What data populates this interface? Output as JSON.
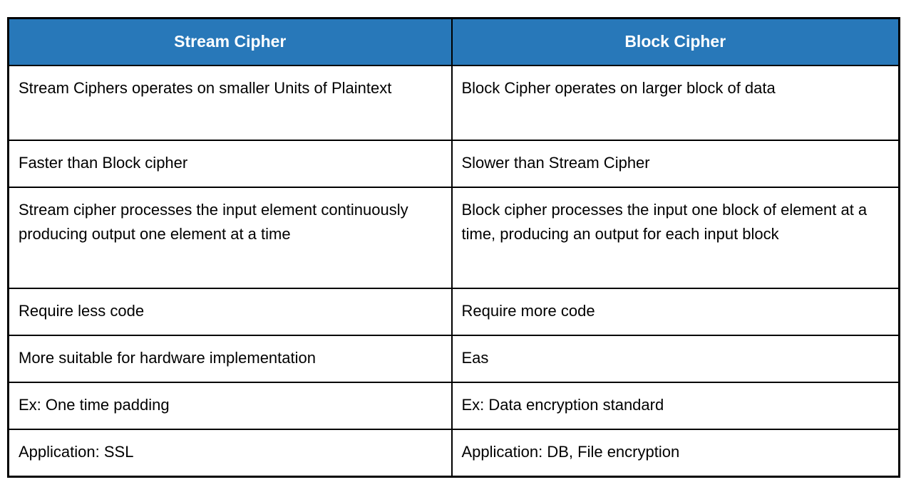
{
  "table": {
    "title": "Stream Cipher vs Block Cipher comparison",
    "colors": {
      "header_bg": "#2878B9",
      "header_text": "#FFFFFF",
      "border": "#000000",
      "cell_text": "#000000",
      "page_bg": "#FFFFFF"
    },
    "headers": [
      "Stream Cipher",
      "Block Cipher"
    ],
    "rows": [
      [
        "Stream Ciphers operates on smaller Units of Plaintext",
        "Block Cipher operates on larger block of data"
      ],
      [
        "Faster than Block cipher",
        "Slower than Stream Cipher"
      ],
      [
        "Stream cipher processes the input element continuously producing output one element at a time",
        "Block cipher processes the input one block of element at a time, producing an output for each input block"
      ],
      [
        "Require less code",
        "Require more code"
      ],
      [
        "More suitable for hardware implementation",
        "Eas"
      ],
      [
        "Ex: One time padding",
        "Ex: Data encryption standard"
      ],
      [
        "Application: SSL",
        "Application: DB, File encryption"
      ]
    ]
  }
}
